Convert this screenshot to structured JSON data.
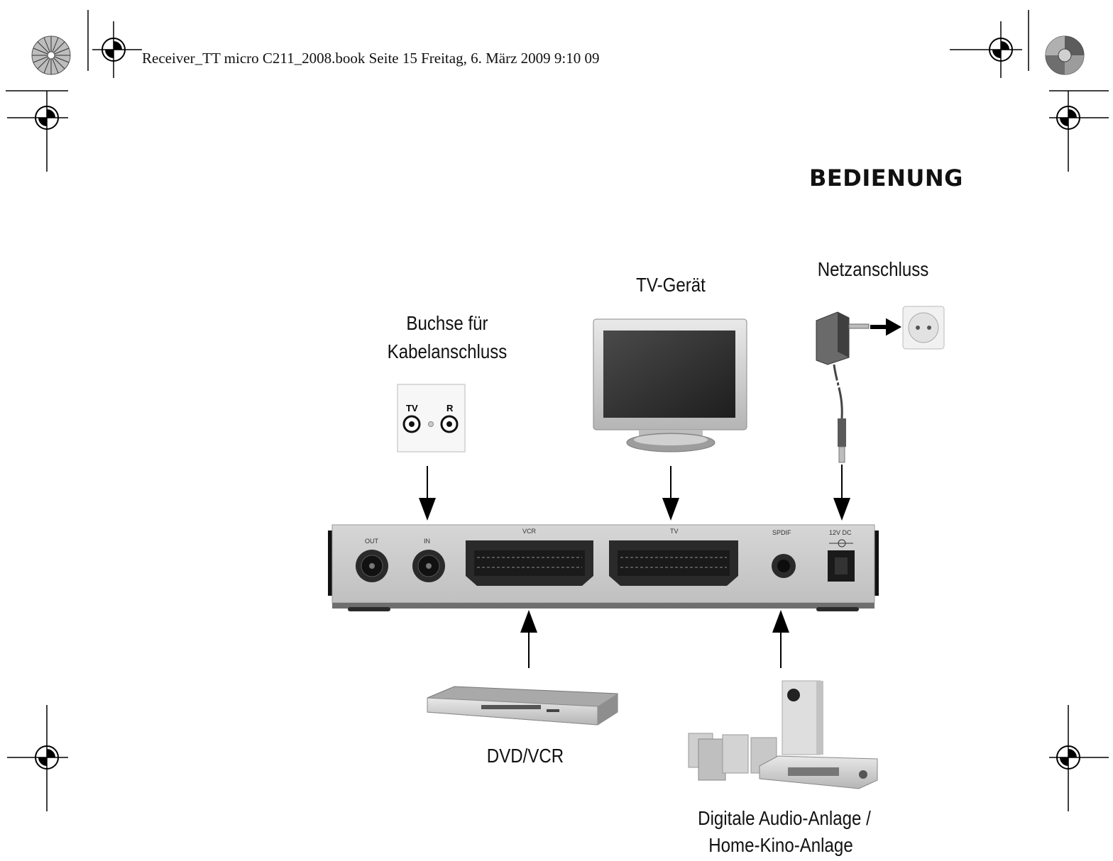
{
  "header": {
    "print_line": "Receiver_TT micro C211_2008.book  Seite 15  Freitag, 6. März 2009  9:10 09"
  },
  "section_title": "BEDIENUNG",
  "labels": {
    "antenna_socket_line1": "Buchse für",
    "antenna_socket_line2": "Kabelanschluss",
    "tv_device": "TV-Gerät",
    "power": "Netzanschluss",
    "dvd_vcr": "DVD/VCR",
    "audio_line1": "Digitale Audio-Anlage /",
    "audio_line2": "Home-Kino-Anlage"
  },
  "wall_socket_labels": {
    "tv": "TV",
    "radio": "R"
  },
  "receiver_ports": {
    "out": "OUT",
    "in": "IN",
    "vcr": "VCR",
    "tv": "TV",
    "spdif": "SPDIF",
    "dc": "12V DC"
  },
  "colors": {
    "receiver_body": "#c8c8c8",
    "scart": "#2a2a2a",
    "arrow": "#000000"
  }
}
